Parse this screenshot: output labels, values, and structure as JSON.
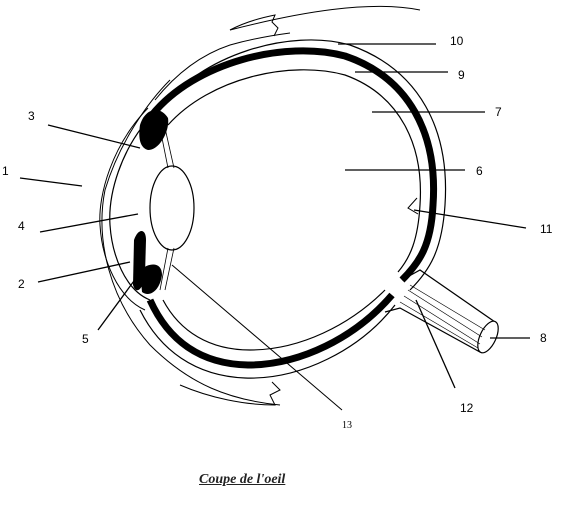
{
  "caption": "Coupe de l'oeil",
  "labels": {
    "l1": "1",
    "l2": "2",
    "l3": "3",
    "l4": "4",
    "l5": "5",
    "l6": "6",
    "l7": "7",
    "l8": "8",
    "l9": "9",
    "l10": "10",
    "l11": "11",
    "l12": "12",
    "l13": "13"
  }
}
